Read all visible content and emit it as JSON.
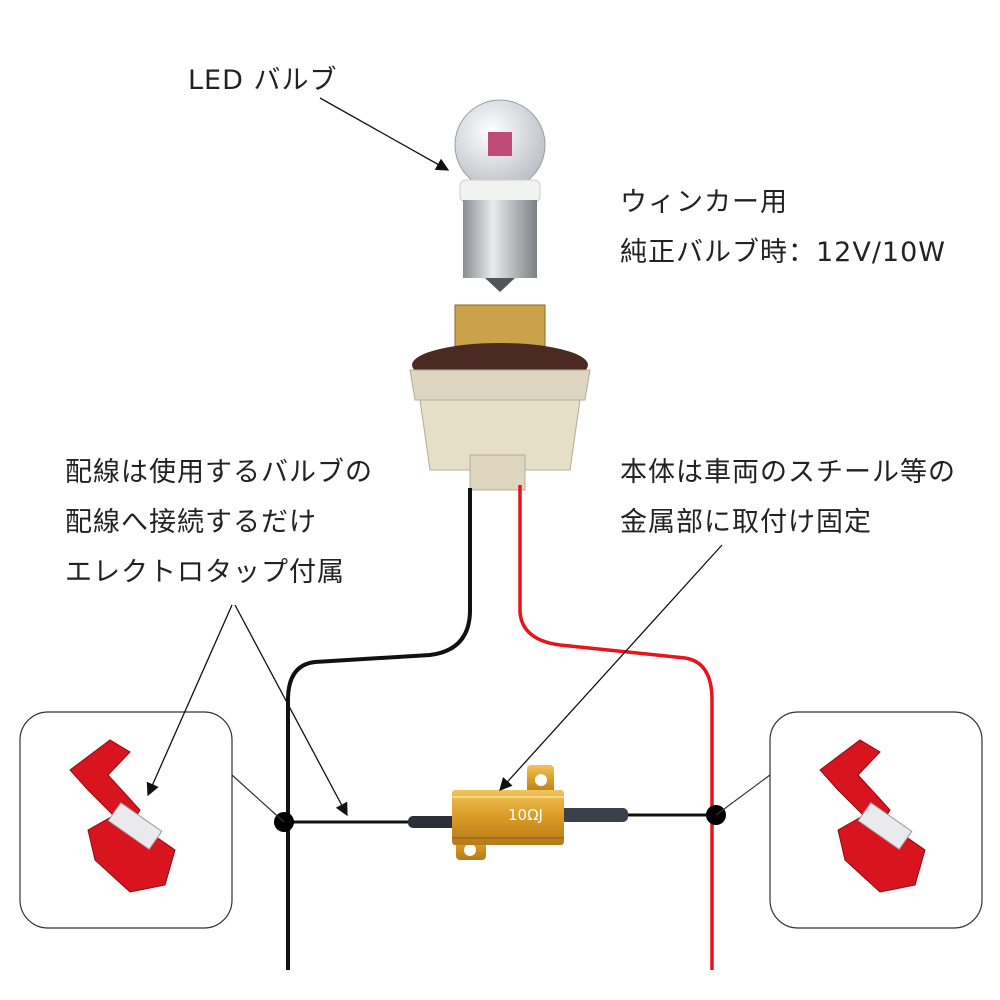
{
  "labels": {
    "led_bulb": "LED バルブ",
    "turn_signal": "ウィンカー用",
    "stock_bulb": "純正バルブ時：12V/10W",
    "wiring_1": "配線は使用するバルブの",
    "wiring_2": "配線へ接続するだけ",
    "wiring_3": "エレクトロタップ付属",
    "mount_1": "本体は車両のスチール等の",
    "mount_2": "金属部に取付け固定",
    "resistor": "10ΩJ"
  },
  "colors": {
    "red_wire": "#e8141b",
    "black_wire": "#111111",
    "resistor": "#e0a12c",
    "tap": "#d8141e"
  }
}
